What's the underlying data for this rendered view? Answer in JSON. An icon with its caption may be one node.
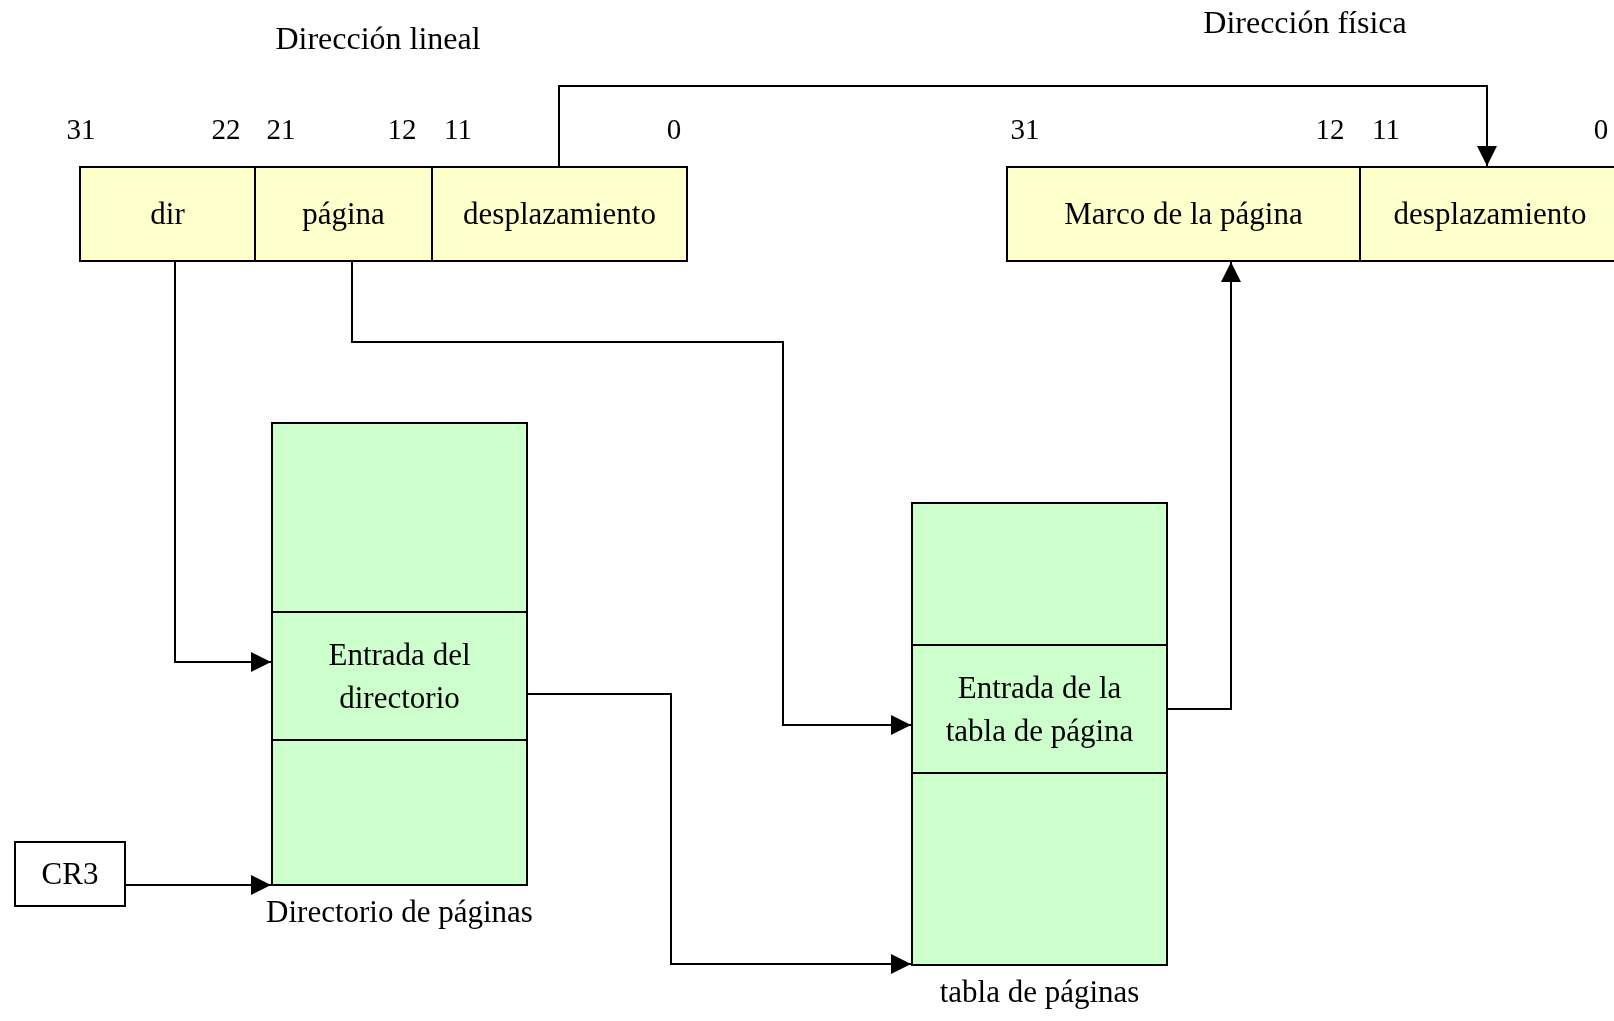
{
  "diagram": {
    "nodes": [
      {
        "text": [
          "dir"
        ]
      },
      {
        "text": [
          "página"
        ]
      },
      {
        "text": [
          "desplazamiento"
        ]
      },
      {
        "text": [
          "Marco de la página"
        ]
      },
      {
        "text": [
          "desplazamiento"
        ]
      },
      {
        "text": [
          "Directorio de páginas"
        ]
      },
      {
        "text": [
          "Entrada del directorio"
        ],
        "in": 5
      },
      {
        "text": [
          "tabla de páginas"
        ]
      },
      {
        "text": [
          "Entrada de la tabla de página"
        ],
        "in": 7
      },
      {
        "text": [
          "CR3"
        ]
      }
    ],
    "edges": [
      {
        "from": 2,
        "to": 4,
        "arrow": "to"
      },
      {
        "from": 0,
        "to": 6,
        "arrow": "to"
      },
      {
        "from": 1,
        "to": 8,
        "arrow": "to"
      },
      {
        "from": 6,
        "to": 7,
        "arrow": "to"
      },
      {
        "from": 8,
        "to": 3,
        "arrow": "to"
      },
      {
        "from": 9,
        "to": 5,
        "arrow": "to"
      }
    ],
    "labels": [
      "Dirección lineal",
      "Dirección física",
      "31",
      "22",
      "21",
      "12",
      "11",
      "0",
      "31",
      "12",
      "11",
      "0"
    ]
  }
}
